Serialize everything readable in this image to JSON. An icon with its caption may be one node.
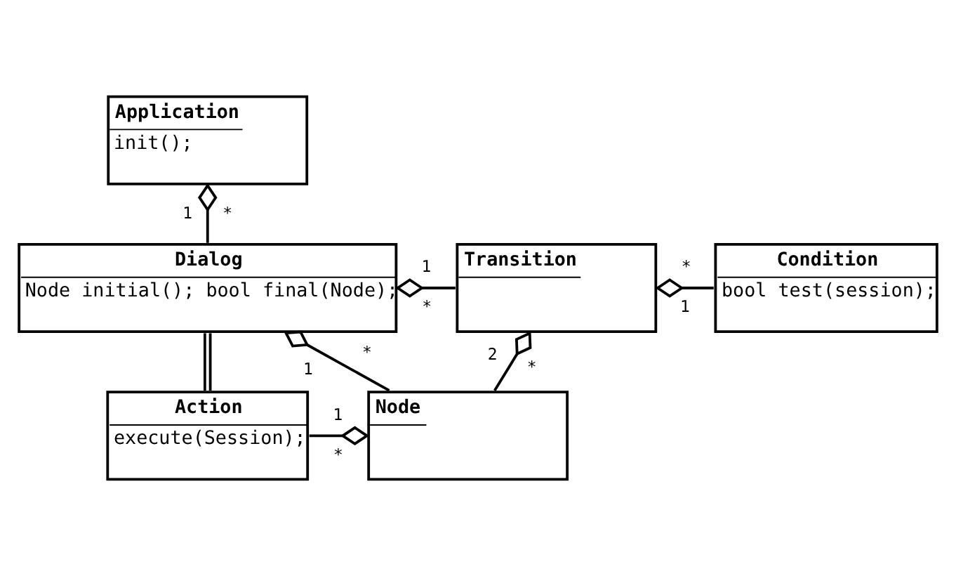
{
  "diagram": {
    "nodes": [
      {
        "text": [
          "Application",
          "init();"
        ]
      },
      {
        "text": [
          "Dialog",
          "Node initial(); bool final(Node);"
        ]
      },
      {
        "text": [
          "Transition"
        ]
      },
      {
        "text": [
          "Condition",
          "bool test(session);"
        ]
      },
      {
        "text": [
          "Action",
          "execute(Session);"
        ]
      },
      {
        "text": [
          "Node"
        ]
      }
    ],
    "edges": [
      {
        "from": 0,
        "to": 1,
        "arrow": "other"
      },
      {
        "from": 1,
        "to": 2,
        "arrow": "other"
      },
      {
        "from": 2,
        "to": 3,
        "arrow": "other"
      },
      {
        "from": 1,
        "to": 5,
        "arrow": "other"
      },
      {
        "from": 2,
        "to": 5,
        "arrow": "other"
      },
      {
        "from": 1,
        "to": 4,
        "arrow": "none"
      },
      {
        "from": 5,
        "to": 4,
        "arrow": "other"
      }
    ],
    "labels": [
      "*",
      "1",
      "1",
      "*",
      "*",
      "1",
      "1",
      "*",
      "*",
      "2",
      "1",
      "*"
    ]
  }
}
